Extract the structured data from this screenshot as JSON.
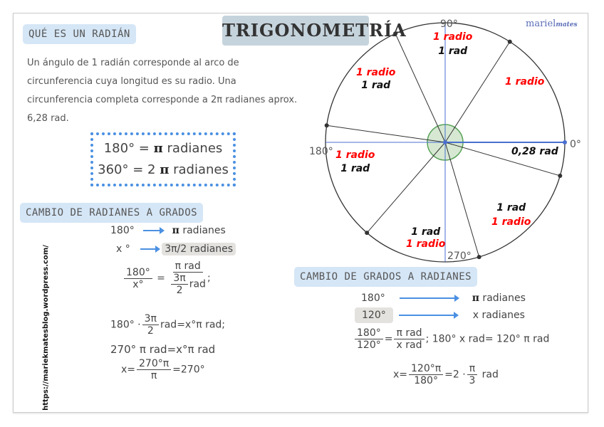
{
  "title": "TRIGONOMETRÍA",
  "logo": {
    "main": "mariel",
    "accent": "mates"
  },
  "url": "https://mariekmatesblog.wordpress.com/",
  "section_what": {
    "heading": "QUÉ ES UN RADIÁN",
    "text": "Un ángulo de 1 radián corresponde al arco de circunferencia cuya longitud es su radio. Una circunferencia completa corresponde a 2π radianes aprox. 6,28 rad.",
    "box_line1": {
      "deg": "180° = ",
      "pi": "π",
      "rest": " radianes"
    },
    "box_line2": {
      "deg": "360° = 2 ",
      "pi": "π",
      "rest": " radianes"
    }
  },
  "section_rad_to_deg": {
    "heading": "CAMBIO DE RADIANES A GRADOS",
    "row1_left": "180°",
    "row1_pi": "π",
    "row1_right": " radianes",
    "row2_left": "x °",
    "row2_right": "3π/2 radianes",
    "eq1_num_left": "180°",
    "eq1_den_left": "x°",
    "eq1_num_right": "π rad",
    "eq1_den_right_num": "3π",
    "eq1_den_right_den": "2",
    "eq1_den_right_unit": "rad",
    "eq1_tail": ";",
    "eq2_left": "180° ·",
    "eq2_frac_num": "3π",
    "eq2_frac_den": "2",
    "eq2_right": "rad=x°π rad;",
    "eq3": "270° π rad=x°π rad",
    "eq4_left": "x=",
    "eq4_num": "270°π",
    "eq4_den": "π",
    "eq4_right": "=270°"
  },
  "section_deg_to_rad": {
    "heading": "CAMBIO DE GRADOS A RADIANES",
    "row1_left": "180°",
    "row1_pi": "π",
    "row1_right": " radianes",
    "row2_left": "120°",
    "row2_right": "x radianes",
    "eq1_num_left": "180°",
    "eq1_den_left": "120°",
    "eq1_num_right": "π rad",
    "eq1_den_right": "x rad",
    "eq1_tail": "; 180° x rad= 120° π rad",
    "eq2_left": "x=",
    "eq2_num": "120°π",
    "eq2_den": "180°",
    "eq2_mid": "=2 ·",
    "eq2_frac_num": "π",
    "eq2_frac_den": "3",
    "eq2_right": "rad"
  },
  "circle": {
    "axis_labels": {
      "top": "90°",
      "left": "180°",
      "right": "0°",
      "bottom": "270°"
    },
    "segments": [
      {
        "red": "1 radio",
        "black": ""
      },
      {
        "red": "1 radio",
        "black": "1 rad"
      },
      {
        "red": "1 radio",
        "black": "1 rad"
      },
      {
        "red": "1 radio",
        "black": "1 rad"
      },
      {
        "red": "1 radio",
        "black": "1 rad"
      },
      {
        "red": "1 radio",
        "black": "1 rad"
      }
    ],
    "remainder": "0,28 rad",
    "colors": {
      "axis": "#4a6fd0",
      "center": "#5aa35a",
      "radio": "#ff0000"
    }
  }
}
